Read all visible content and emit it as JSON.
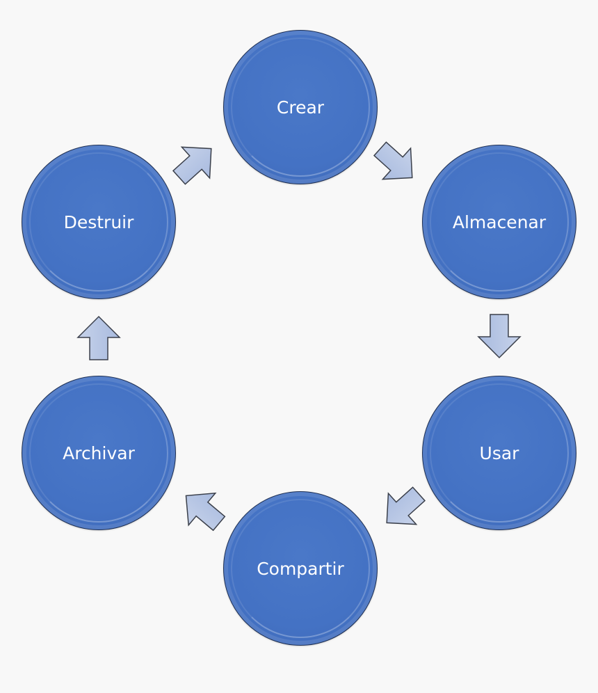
{
  "diagram": {
    "stages": [
      {
        "id": "crear",
        "label": "Crear"
      },
      {
        "id": "almacenar",
        "label": "Almacenar"
      },
      {
        "id": "usar",
        "label": "Usar"
      },
      {
        "id": "compartir",
        "label": "Compartir"
      },
      {
        "id": "archivar",
        "label": "Archivar"
      },
      {
        "id": "destruir",
        "label": "Destruir"
      }
    ],
    "colors": {
      "circle_fill": "#4472c4",
      "circle_outline": "#1e2f52",
      "arrow_fill": "#b4c3e2",
      "arrow_outline": "#3a3f4a",
      "background": "#f8f8f8",
      "label": "#ffffff"
    }
  }
}
